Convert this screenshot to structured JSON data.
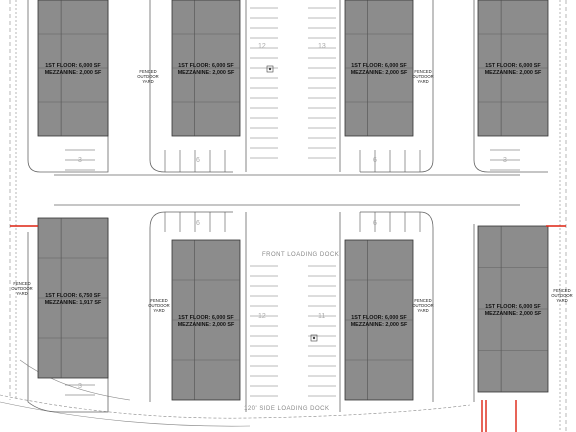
{
  "buildings": [
    {
      "id": "b1",
      "floor": "1ST FLOOR: 6,000 SF",
      "mezz": "MEZZANINE: 2,000 SF"
    },
    {
      "id": "b2",
      "floor": "1ST FLOOR: 6,000 SF",
      "mezz": "MEZZANINE: 2,000 SF"
    },
    {
      "id": "b3",
      "floor": "1ST FLOOR: 6,000 SF",
      "mezz": "MEZZANINE: 2,000 SF"
    },
    {
      "id": "b4",
      "floor": "1ST FLOOR: 6,000 SF",
      "mezz": "MEZZANINE: 2,000 SF"
    },
    {
      "id": "b5",
      "floor": "1ST FLOOR: 6,750 SF",
      "mezz": "MEZZANINE: 1,917 SF"
    },
    {
      "id": "b6",
      "floor": "1ST FLOOR: 6,000 SF",
      "mezz": "MEZZANINE: 2,000 SF"
    },
    {
      "id": "b7",
      "floor": "1ST FLOOR: 6,000 SF",
      "mezz": "MEZZANINE: 2,000 SF"
    },
    {
      "id": "b8",
      "floor": "1ST FLOOR: 6,000 SF",
      "mezz": "MEZZANINE: 2,000 SF"
    }
  ],
  "yards": {
    "yard_line1": "FENCED",
    "yard_line2": "OUTDOOR",
    "yard_line3": "YARD"
  },
  "stall_counts": {
    "top_left_lot": "12",
    "top_right_lot": "13",
    "bottom_left_lot": "12",
    "bottom_right_lot": "11",
    "left_small_top": "3",
    "left_small_bottom": "3",
    "center_top_left": "6",
    "center_top_right": "6",
    "center_mid_left": "6",
    "center_mid_right": "6",
    "right_small": "3"
  },
  "roads": {
    "front_loading": "FRONT LOADING DOCK",
    "side_loading": "120' SIDE LOADING DOCK"
  }
}
